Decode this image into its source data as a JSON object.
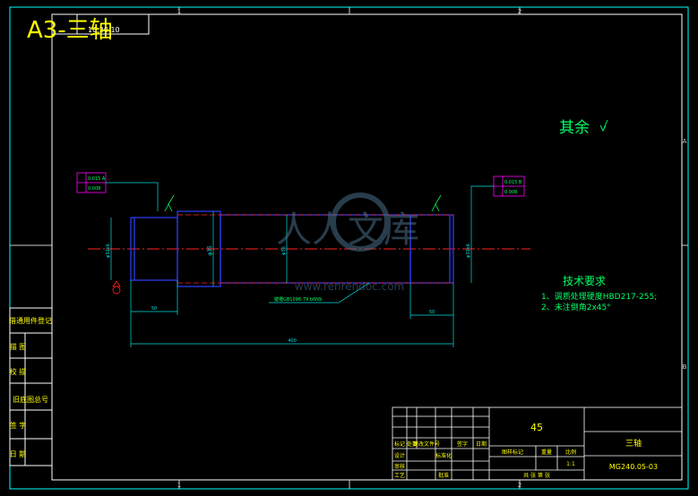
{
  "drawing": {
    "title": "A3-三轴",
    "title_code": "10.20.10",
    "grid_top_1": "1",
    "grid_top_2": "2",
    "grid_side_a": "A",
    "grid_side_b": "B",
    "rest_roughness": "其余",
    "tech_req_title": "技术要求",
    "tech_req_1": "1、调质处理硬度HBD217-255;",
    "tech_req_2": "2、未注倒角2x45°",
    "keyway_callout": "键槽GB1096-79 b6N9",
    "dim_total": "400",
    "dim_left_seg": "50",
    "dim_right_seg": "50",
    "dim_dia_left": "φ32k6",
    "dim_dia_mid1": "φ35",
    "dim_dia_mid2": "φ36",
    "dim_dia_right": "φ32k6",
    "tol_left_1": "0.015 A",
    "tol_left_2": "0.008",
    "tol_right_1": "0.015 B",
    "tol_right_2": "0.008",
    "watermark": "人人文库",
    "watermark_url": "www.renrendoc.com",
    "colors": {
      "frame": "#ffffff",
      "border_cyan": "#00ffff",
      "dim_cyan": "#00e0e0",
      "title_yellow": "#ffff00",
      "green": "#00ff66",
      "shaft_blue": "#2f3fff",
      "centerline_red": "#ff2020",
      "magenta": "#ff00ff"
    }
  },
  "left_strip": {
    "labels": [
      "借通用件登记",
      "描 图",
      "校 描",
      "旧底图总号",
      "签 字",
      "日 期"
    ]
  },
  "title_block": {
    "material": "45",
    "part_name": "三轴",
    "drawing_no": "MG240.05-03",
    "scale": "1:1",
    "weight_label": "重量",
    "scale_label": "比例",
    "stage_label": "图样标记",
    "rev_labels": [
      "标记",
      "处数",
      "更改文件号",
      "签字",
      "日期"
    ],
    "row_labels": [
      "设计",
      "标准化",
      "审核",
      "工艺",
      "批准"
    ],
    "sheet_label": "共 张 第 张"
  }
}
